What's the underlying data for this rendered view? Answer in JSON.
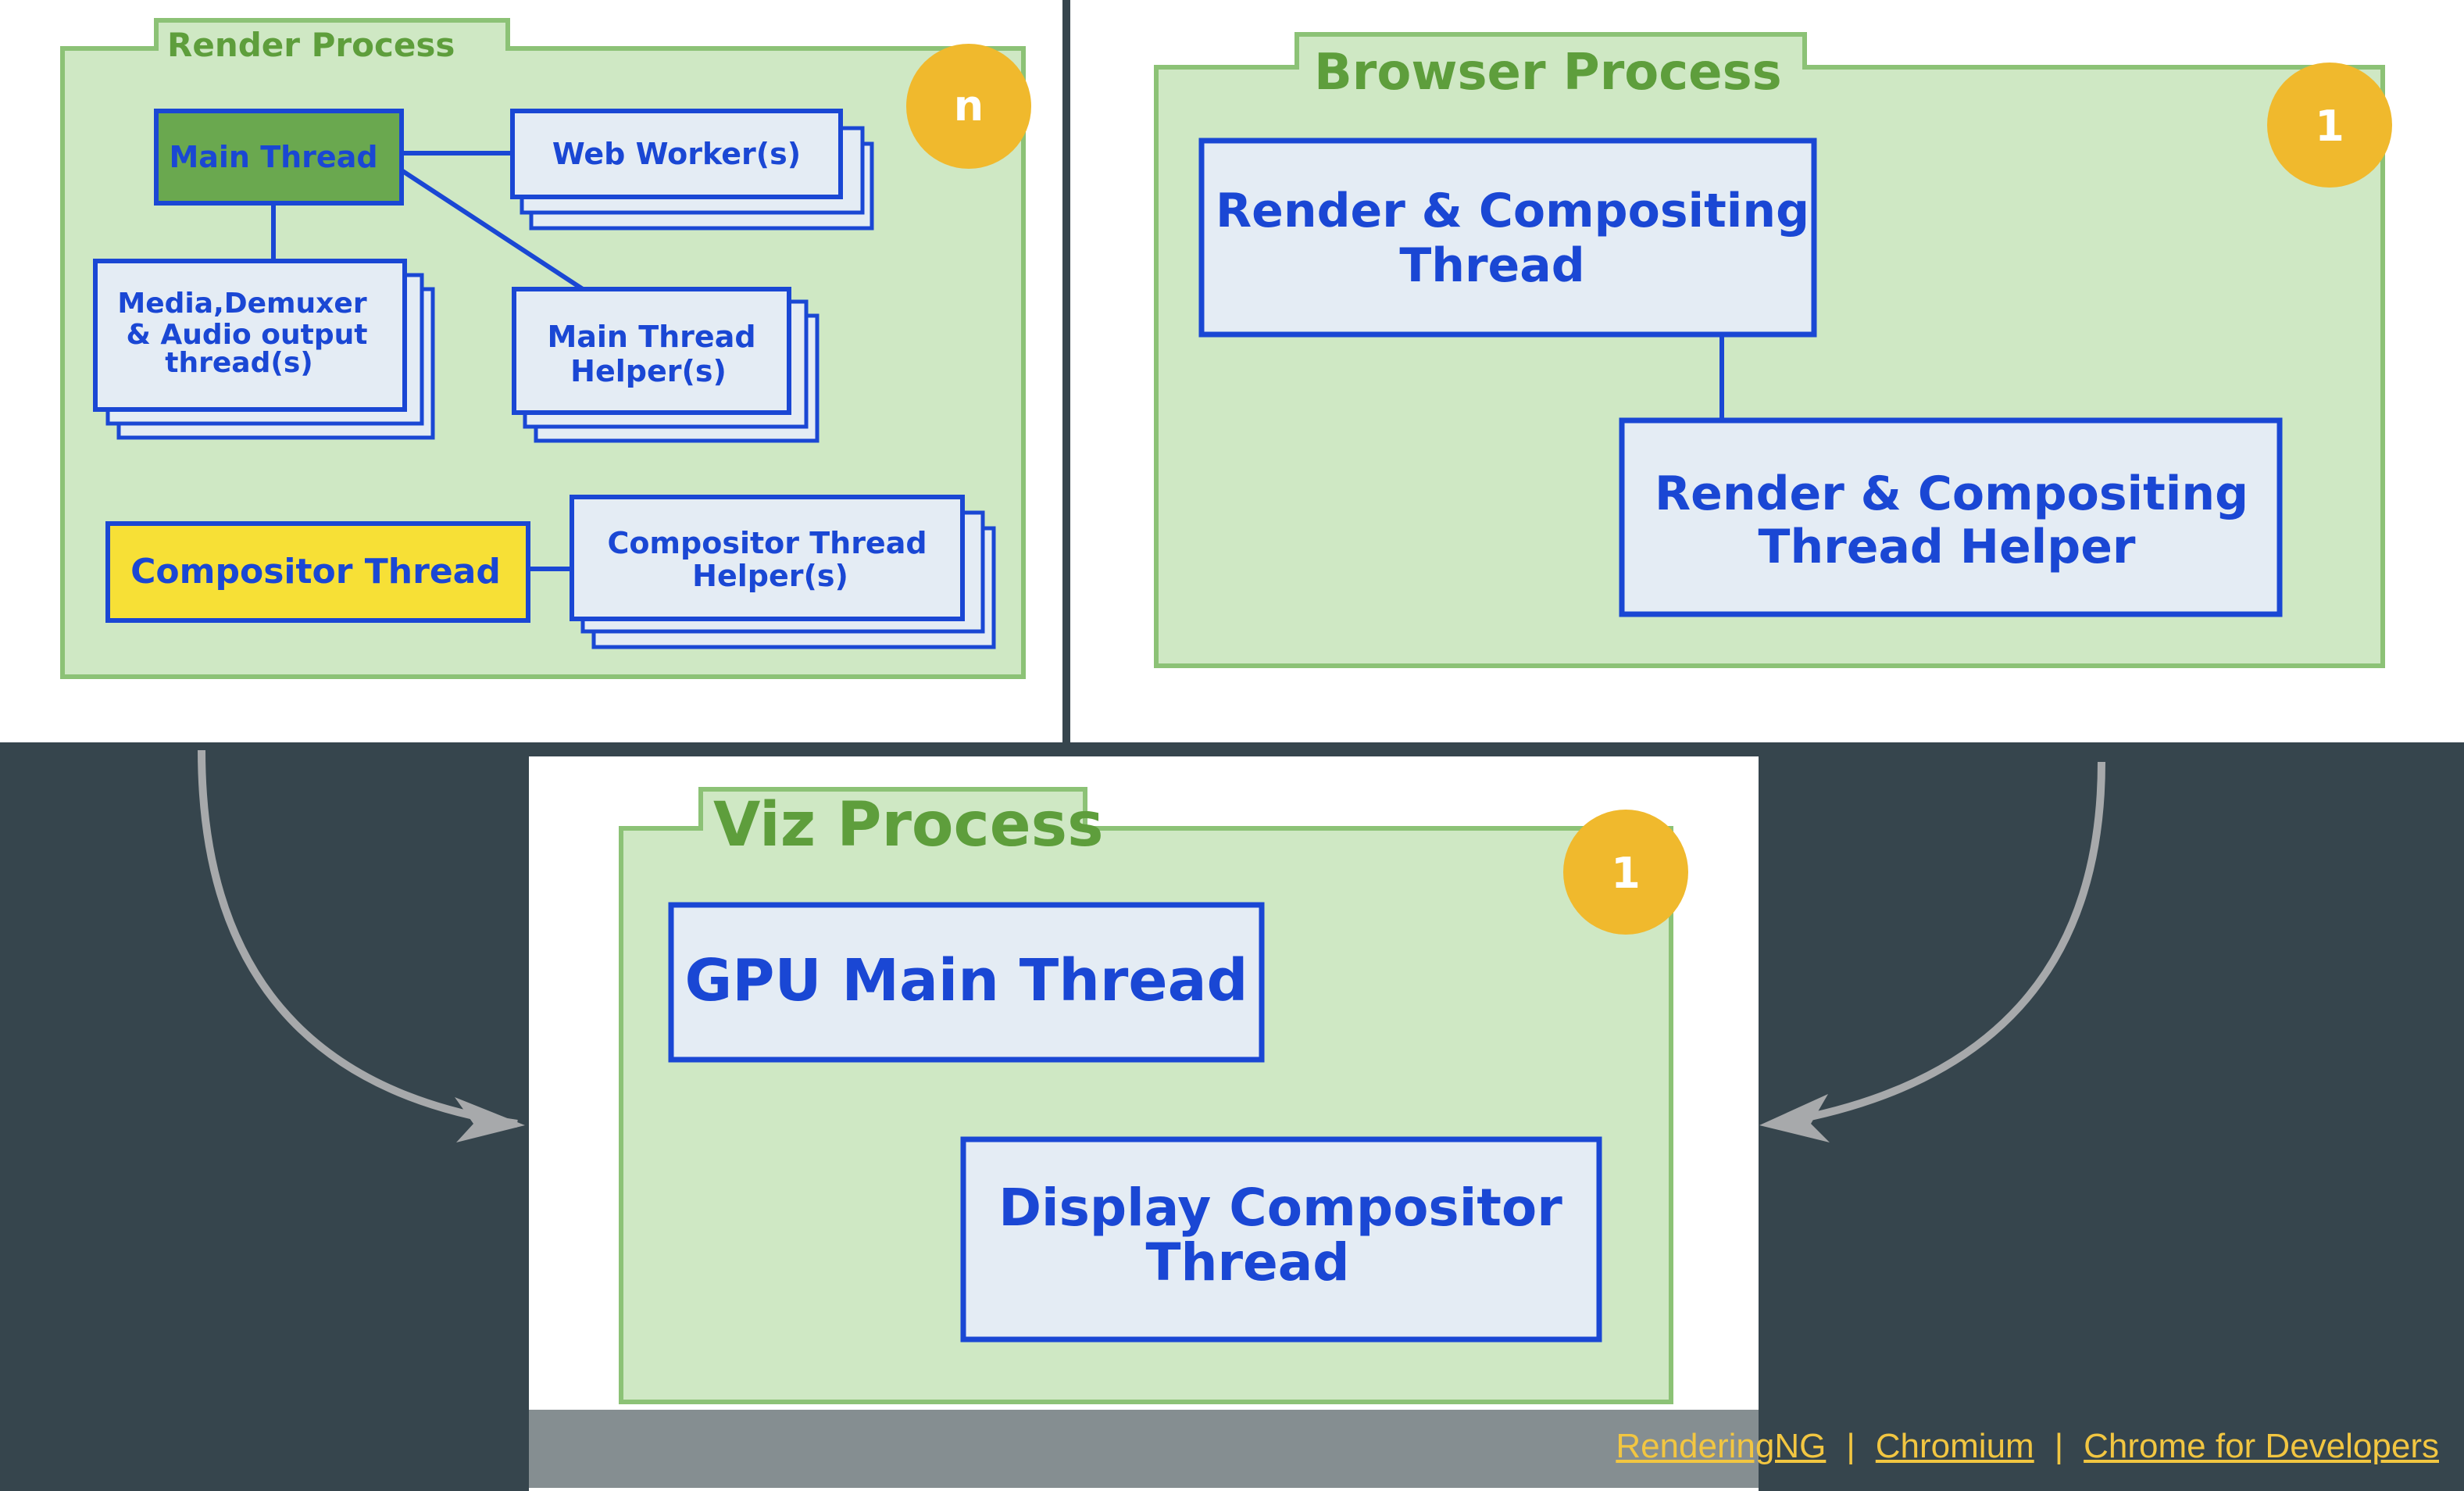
{
  "render_process": {
    "title": "Render Process",
    "badge": "n",
    "main_thread": "Main Thread",
    "web_workers": "Web Worker(s)",
    "media_line1": "Media,Demuxer",
    "media_line2": "& Audio output",
    "media_line3": "thread(s)",
    "main_helper_line1": "Main Thread",
    "main_helper_line2": "Helper(s)",
    "compositor_thread": "Compositor Thread",
    "compositor_helper_line1": "Compositor Thread",
    "compositor_helper_line2": "Helper(s)"
  },
  "browser_process": {
    "title": "Browser Process",
    "badge": "1",
    "rc_thread_line1": "Render & Compositing",
    "rc_thread_line2": "Thread",
    "rc_helper_line1": "Render & Compositing",
    "rc_helper_line2": "Thread Helper"
  },
  "viz_process": {
    "title": "Viz Process",
    "badge": "1",
    "gpu_main_thread": "GPU Main Thread",
    "display_line1": "Display Compositor",
    "display_line2": "Thread"
  },
  "footer_links": {
    "link1": "RenderingNG",
    "sep": "|",
    "link2": "Chromium",
    "link3": "Chrome for Developers"
  },
  "colors": {
    "process_fill": "#cfe8c4",
    "process_border": "#8cc276",
    "thread_fill": "#e4ecf4",
    "thread_border": "#1a47d4",
    "main_thread_fill": "#6aa84f",
    "compositor_fill": "#f7e036",
    "badge": "#f0b92d",
    "background": "#36454d",
    "link": "#f2c641"
  }
}
